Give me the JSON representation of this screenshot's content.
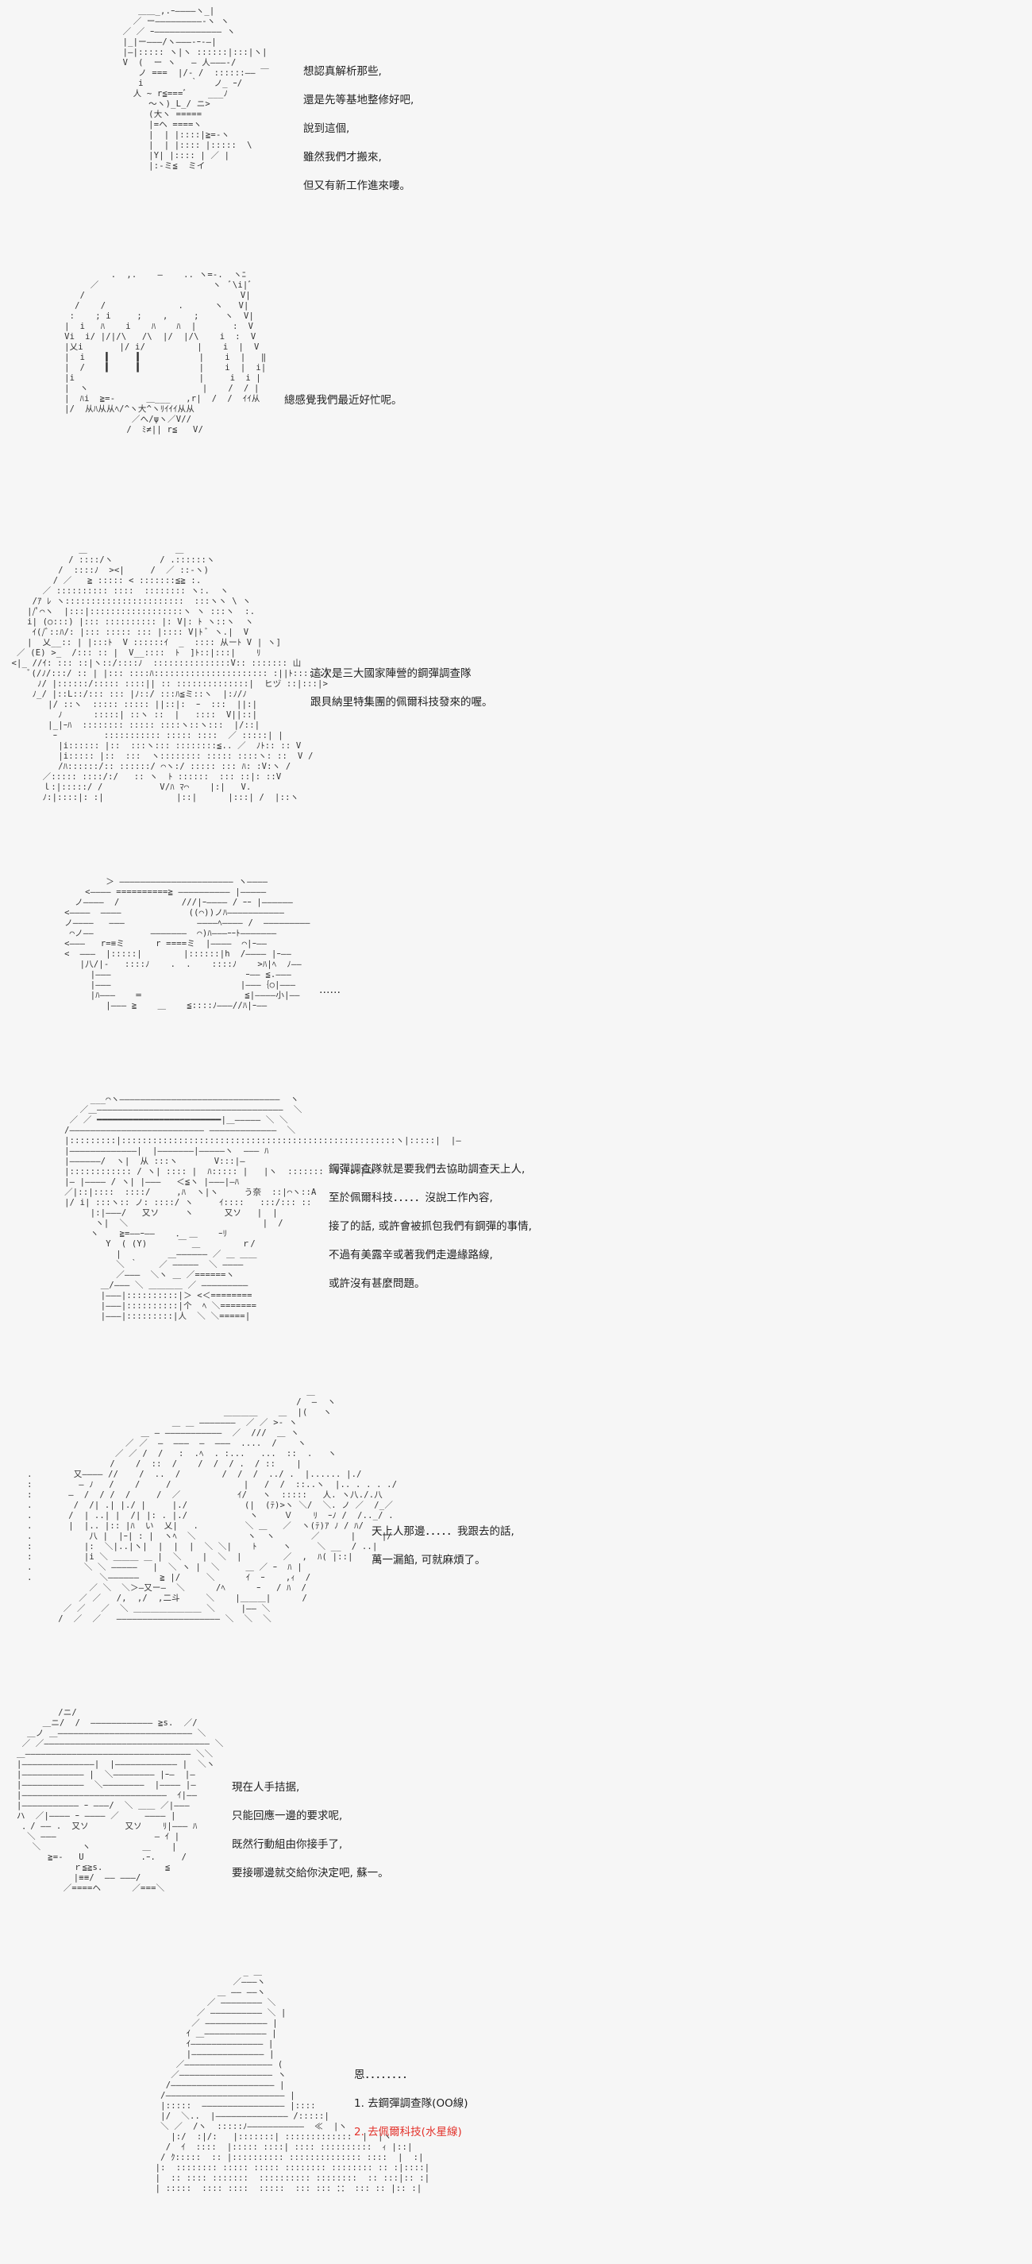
{
  "panels": [
    {
      "lines": [
        "想認真解析那些,",
        "還是先等基地整修好吧,",
        "說到這個,",
        "雖然我們才搬來,",
        "但又有新工作進來嘍。"
      ]
    },
    {
      "lines": [
        "總感覺我們最近好忙呢。"
      ]
    },
    {
      "lines": [
        "這次是三大國家陣營的鋼彈調查隊",
        "跟貝納里特集團的佩爾科技發來的喔。"
      ]
    },
    {
      "lines": [
        "……"
      ]
    },
    {
      "lines": [
        "鋼彈調查隊就是要我們去協助調查天上人,",
        "至於佩爾科技．．．．．沒說工作內容,",
        "接了的話, 或許會被抓包我們有鋼彈的事情,",
        "不過有美露辛或著我們走邊緣路線,",
        "或許沒有甚麼問題。"
      ]
    },
    {
      "lines": [
        "天上人那邊．．．．．我跟去的話,",
        "萬一漏餡, 可就麻煩了。"
      ]
    },
    {
      "lines": [
        "現在人手拮据,",
        "只能回應一邊的要求呢,",
        "既然行動組由你接手了,",
        "要接哪邊就交給你決定吧, 蘇一。"
      ]
    },
    {
      "lines": [
        "恩．．．．．．．．",
        "1. 去鋼彈調查隊(OO線)",
        "2. 去佩爾科技(水星線)"
      ],
      "highlight_color": "#e3322b"
    }
  ]
}
